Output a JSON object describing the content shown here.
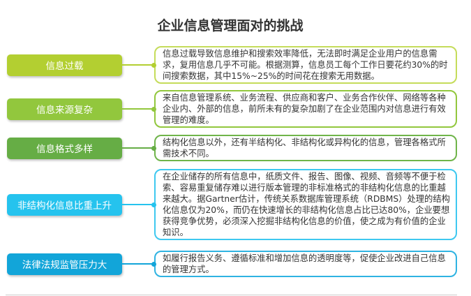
{
  "title": "企业信息管理面对的挑战",
  "colors": {
    "c1": "#b3cf31",
    "c2": "#92c73d",
    "c3": "#66ad45",
    "c4": "#25c3ee",
    "c5": "#12a5d9"
  },
  "rows": [
    {
      "label": "信息过载",
      "description": "信息过载导致信息维护和搜索效率降低，无法即时满足企业用户的信息需求，复用信息几乎不可能。根据测算，信息员工每个工作日要花约30%的时间搜索数据，其中15%~25%的时间花在搜索无用数据。"
    },
    {
      "label": "信息来源复杂",
      "description": "来自信息管理系统、业务流程、供应商和客户、业务合作伙伴、网络等各种企业内、外部的信息，前所未有的复杂加剧了在企业范围内对信息进行有效管理的难度。"
    },
    {
      "label": "信息格式多样",
      "description": "结构化信息以外，还有半结构化、非结构化或异构化的信息，管理各格式所需技术不同。"
    },
    {
      "label": "非结构化信息比重上升",
      "description": "在企业储存的所有信息中，纸质文件、报告、图像、视频、音频等不便于检索、容易重复储存难以进行版本管理的非标准格式的非结构化信息的比重越来越大。据Gartner估计，传统关系数据库管理系统（RDBMS）处理的结构化信息仅为20%，而仍在快速增长的非结构化信息占比已达80%，企业要想获得竞争优势，必须深入挖掘非结构化信息的价值，使之成为有价值的企业知识。"
    },
    {
      "label": "法律法规监管压力大",
      "description": "如履行报告义务、遵循标准和增加信息的透明度等，促使企业改进自己信息的管理方式。"
    }
  ]
}
